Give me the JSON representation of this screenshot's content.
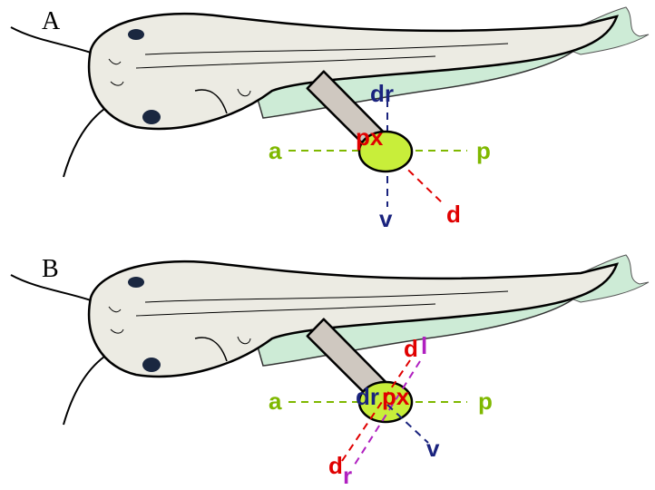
{
  "colors": {
    "ap_axis": "#7fb800",
    "dv_axis": "#1a237e",
    "px_d": "#e00000",
    "lr": "#b020c0",
    "fin_joint": "#c8ee3a",
    "body": "#ecebe3",
    "fin_membrane": "#cdebd6"
  },
  "panels": [
    {
      "letter": "A",
      "labels": {
        "dr": "dr",
        "px": "px",
        "a": "a",
        "p": "p",
        "v": "v",
        "d": "d"
      }
    },
    {
      "letter": "B",
      "labels": {
        "dr": "dr",
        "px": "px",
        "a": "a",
        "p": "p",
        "v": "v",
        "d_top": "d",
        "l": "l",
        "d_bottom": "d",
        "r": "r"
      }
    }
  ]
}
